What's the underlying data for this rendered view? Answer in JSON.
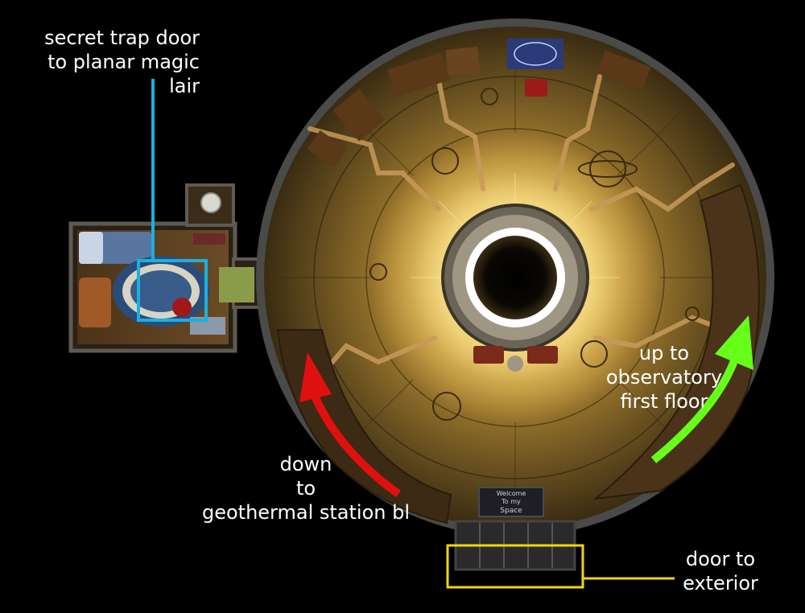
{
  "annotations": {
    "trap_door": {
      "lines": [
        "secret trap door",
        "to planar magic",
        "lair"
      ],
      "color": "#1ab0e0"
    },
    "up": {
      "lines": [
        "up to",
        "observatory",
        "first floor"
      ],
      "color": "#66ff1a"
    },
    "down": {
      "lines": [
        "down",
        "to",
        "geothermal station bl"
      ],
      "color": "#e01010"
    },
    "door": {
      "lines": [
        "door to",
        "exterior"
      ],
      "color": "#f2d410"
    }
  },
  "welcome_sign": {
    "lines": [
      "Welcome",
      "To my",
      "Space"
    ]
  }
}
